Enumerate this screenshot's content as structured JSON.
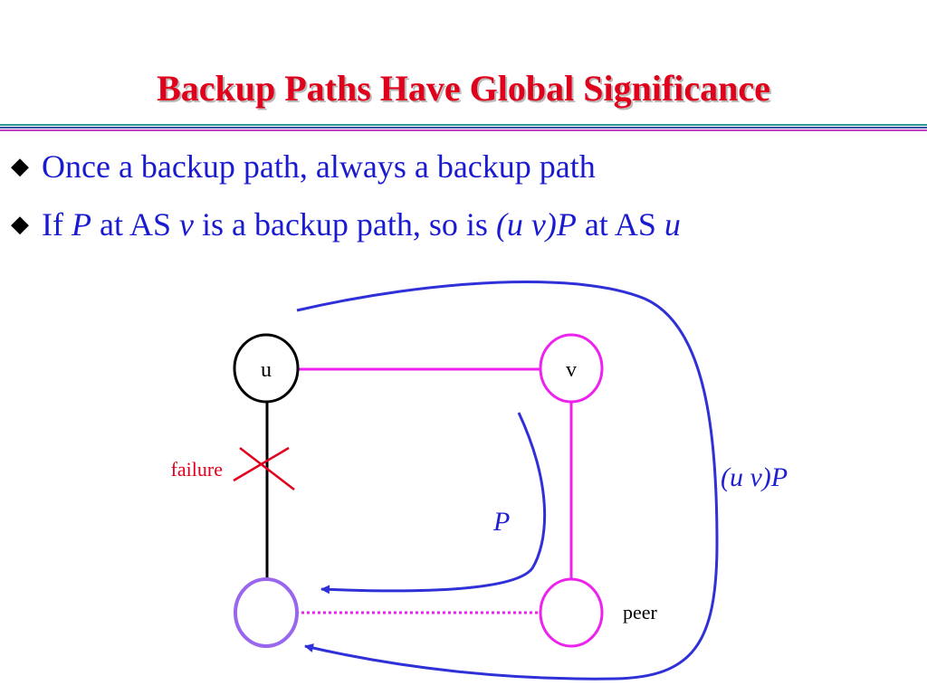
{
  "slide": {
    "title": "Backup Paths Have Global Significance",
    "bullets": [
      {
        "marker": "◆",
        "segments": [
          {
            "text": "Once a backup path, always a backup path",
            "italic": false
          }
        ]
      },
      {
        "marker": "◆",
        "segments": [
          {
            "text": "If ",
            "italic": false
          },
          {
            "text": "P",
            "italic": true
          },
          {
            "text": " at AS ",
            "italic": false
          },
          {
            "text": "v",
            "italic": true
          },
          {
            "text": " is a backup path, so is ",
            "italic": false
          },
          {
            "text": "(u v)P",
            "italic": true
          },
          {
            "text": " at AS ",
            "italic": false
          },
          {
            "text": "u",
            "italic": true
          }
        ]
      }
    ]
  },
  "diagram": {
    "nodes": {
      "u": {
        "label": "u"
      },
      "v": {
        "label": "v"
      },
      "bottom_left": {
        "label": ""
      },
      "bottom_right": {
        "label": ""
      }
    },
    "labels": {
      "failure": "failure",
      "peer": "peer",
      "path_p": "P",
      "path_uvp": "(u v)P"
    },
    "colors": {
      "title": "#e0001b",
      "bullet_text": "#1a1ad0",
      "path_arrow": "#3030d8",
      "peer_link": "#ee22ee",
      "failure_mark": "#e0001b",
      "bottom_left_node": "#9966ee"
    }
  }
}
